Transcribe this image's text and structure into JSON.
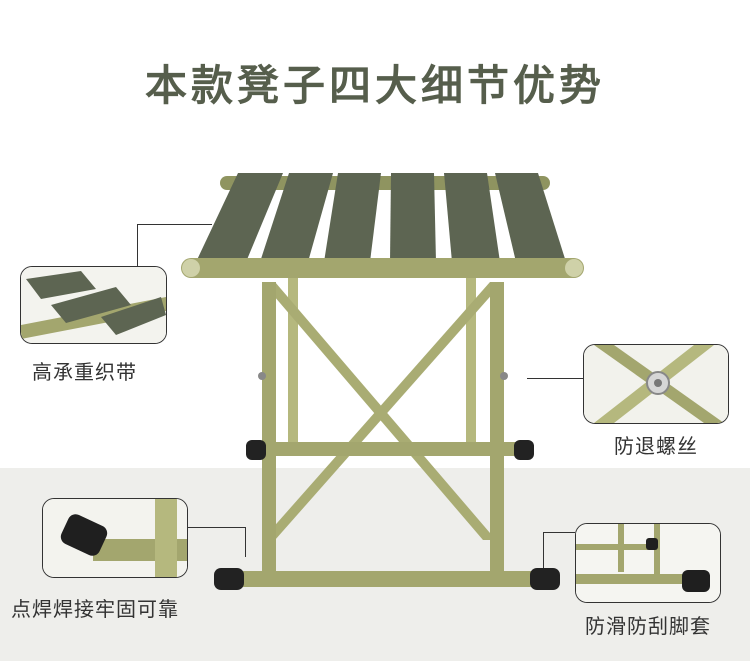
{
  "title": "本款凳子四大细节优势",
  "details": [
    {
      "label": "高承重织带"
    },
    {
      "label": "防退螺丝"
    },
    {
      "label": "点焊焊接牢固可靠"
    },
    {
      "label": "防滑防刮脚套"
    }
  ],
  "colors": {
    "frame": "#a3a66e",
    "strap": "#5d6552",
    "foot": "#222222",
    "title": "#565e4c"
  }
}
